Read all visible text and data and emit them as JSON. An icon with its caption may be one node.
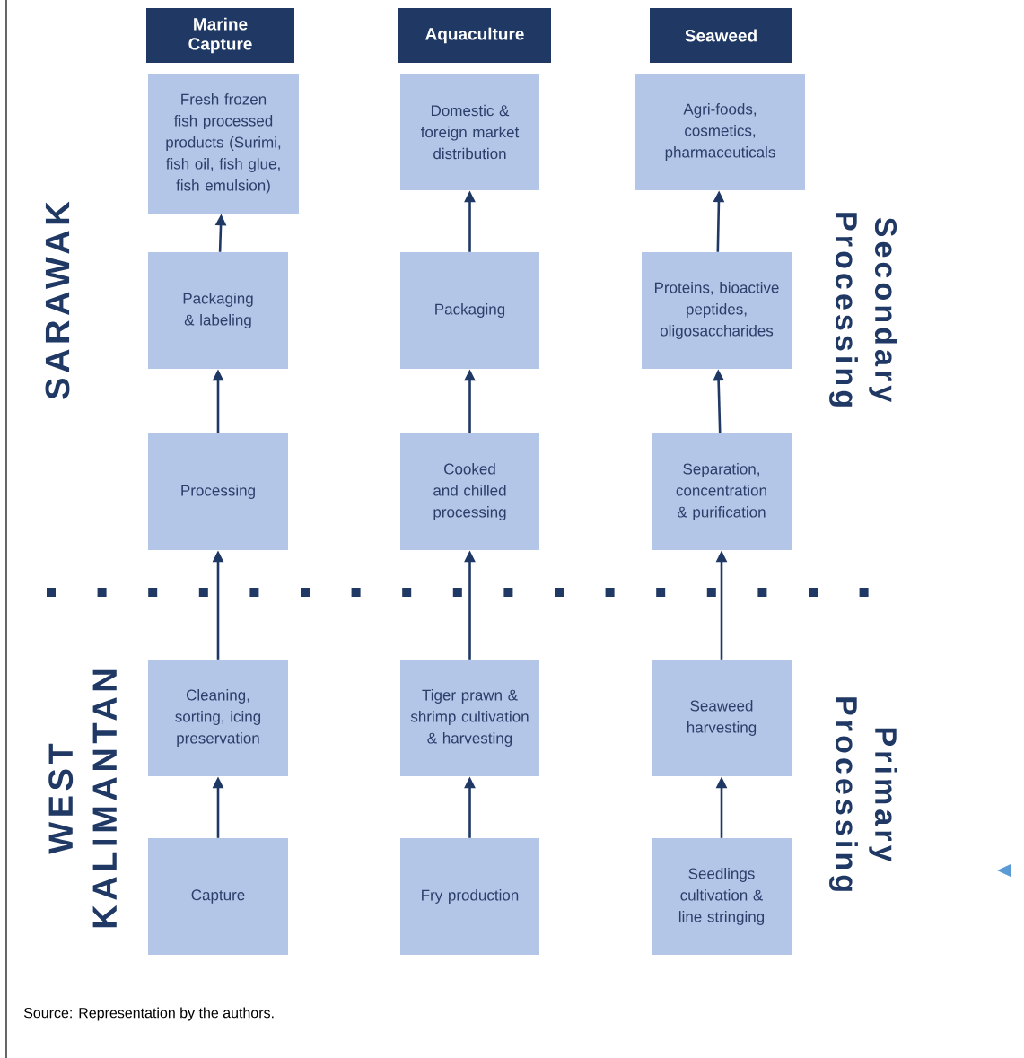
{
  "diagram": {
    "caption": "Source: Representation by the authors.",
    "nodes": [
      {
        "text": [
          "Marine Capture"
        ]
      },
      {
        "text": [
          "Aquaculture"
        ]
      },
      {
        "text": [
          "Seaweed"
        ]
      },
      {
        "text": [
          "Fresh frozen fish processed products (Surimi, fish oil, fish glue, fish emulsion)"
        ]
      },
      {
        "text": [
          "Domestic & foreign market distribution"
        ]
      },
      {
        "text": [
          "Agri-foods, cosmetics, pharmaceuticals"
        ]
      },
      {
        "text": [
          "Packaging & labeling"
        ]
      },
      {
        "text": [
          "Packaging"
        ]
      },
      {
        "text": [
          "Proteins, bioactive peptides, oligosaccharides"
        ]
      },
      {
        "text": [
          "Processing"
        ]
      },
      {
        "text": [
          "Cooked and chilled processing"
        ]
      },
      {
        "text": [
          "Separation, concentration & purification"
        ]
      },
      {
        "text": [
          "Cleaning, sorting, icing preservation"
        ]
      },
      {
        "text": [
          "Tiger prawn & shrimp cultivation & harvesting"
        ]
      },
      {
        "text": [
          "Seaweed harvesting"
        ]
      },
      {
        "text": [
          "Capture"
        ]
      },
      {
        "text": [
          "Fry production"
        ]
      },
      {
        "text": [
          "Seedlings cultivation & line stringing"
        ]
      }
    ],
    "edges": [
      {
        "from": 15,
        "to": 12,
        "arrow": "to"
      },
      {
        "from": 12,
        "to": 9,
        "arrow": "to"
      },
      {
        "from": 9,
        "to": 6,
        "arrow": "to"
      },
      {
        "from": 6,
        "to": 3,
        "arrow": "to"
      },
      {
        "from": 16,
        "to": 13,
        "arrow": "to"
      },
      {
        "from": 13,
        "to": 10,
        "arrow": "to"
      },
      {
        "from": 10,
        "to": 7,
        "arrow": "to"
      },
      {
        "from": 7,
        "to": 4,
        "arrow": "to"
      },
      {
        "from": 17,
        "to": 14,
        "arrow": "to"
      },
      {
        "from": 14,
        "to": 11,
        "arrow": "to"
      },
      {
        "from": 11,
        "to": 8,
        "arrow": "to"
      },
      {
        "from": 8,
        "to": 5,
        "arrow": "to"
      }
    ],
    "labels": [
      "SARAWAK",
      "WEST KALIMANTAN",
      "Secondary Processing",
      "Primary Processing"
    ]
  }
}
